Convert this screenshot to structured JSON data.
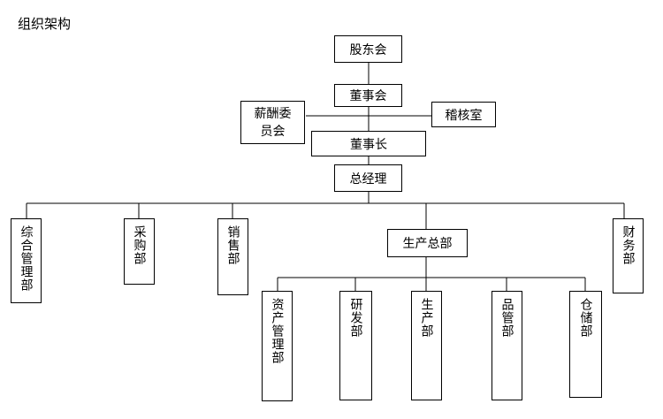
{
  "title": "组织架构",
  "nodes": {
    "shareholders": "股东会",
    "board": "董事会",
    "compensation_committee": "薪酬委员会",
    "audit_office": "稽核室",
    "chairman": "董事长",
    "general_manager": "总经理",
    "comprehensive_mgmt": "综合管理部",
    "purchasing": "采购部",
    "sales": "销售部",
    "production_general": "生产总部",
    "finance": "财务部",
    "asset_mgmt": "资产管理部",
    "rnd": "研发部",
    "production": "生产部",
    "quality": "品管部",
    "warehouse_storage": "仓储部"
  }
}
